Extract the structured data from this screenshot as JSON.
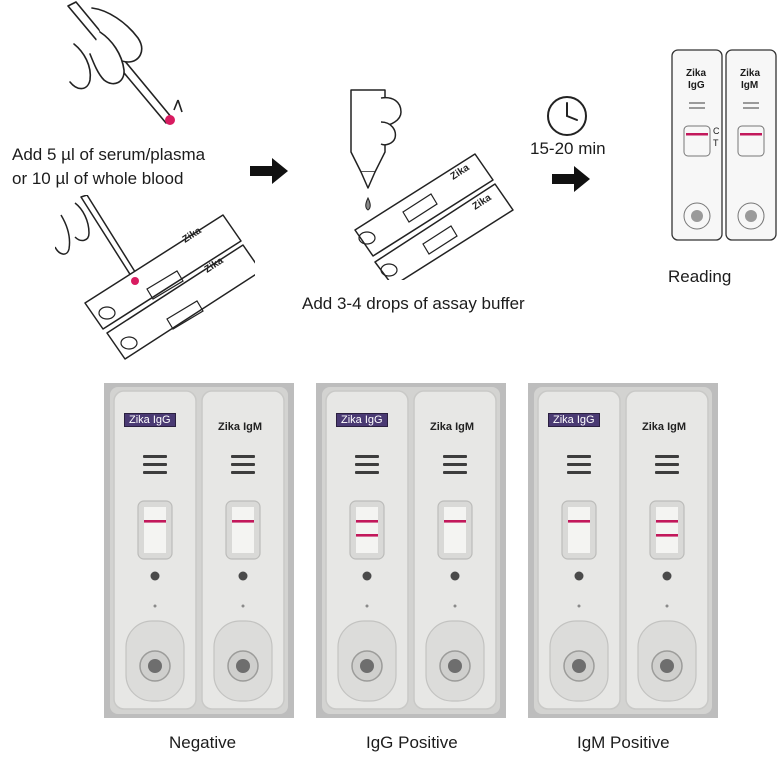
{
  "steps": {
    "sample_text_line1": "Add 5 µl of serum/plasma",
    "sample_text_line2": "or 10 µl of whole blood",
    "buffer_text": "Add 3-4 drops of assay buffer",
    "time_text": "15-20 min",
    "reading_text": "Reading"
  },
  "cassette": {
    "igg_label_line1": "Zika",
    "igg_label_line2": "IgG",
    "igm_label_line1": "Zika",
    "igm_label_line2": "IgM",
    "control_mark": "C",
    "test_mark": "T"
  },
  "photos": [
    {
      "caption": "Negative",
      "igg_label": "Zika IgG",
      "igm_label": "Zika IgM",
      "igg_lines": [
        "C"
      ],
      "igm_lines": [
        "C"
      ]
    },
    {
      "caption": "IgG Positive",
      "igg_label": "Zika IgG",
      "igm_label": "Zika IgM",
      "igg_lines": [
        "C",
        "T"
      ],
      "igm_lines": [
        "C"
      ]
    },
    {
      "caption": "IgM Positive",
      "igg_label": "Zika IgG",
      "igm_label": "Zika IgM",
      "igg_lines": [
        "C"
      ],
      "igm_lines": [
        "C",
        "T"
      ]
    }
  ],
  "colors": {
    "line_red": "#c2185b",
    "drop_red": "#d81b60",
    "label_purple": "#4a3a73",
    "photo_bg": "#bdbdbd",
    "cassette_plastic": "#e7e7e5"
  }
}
